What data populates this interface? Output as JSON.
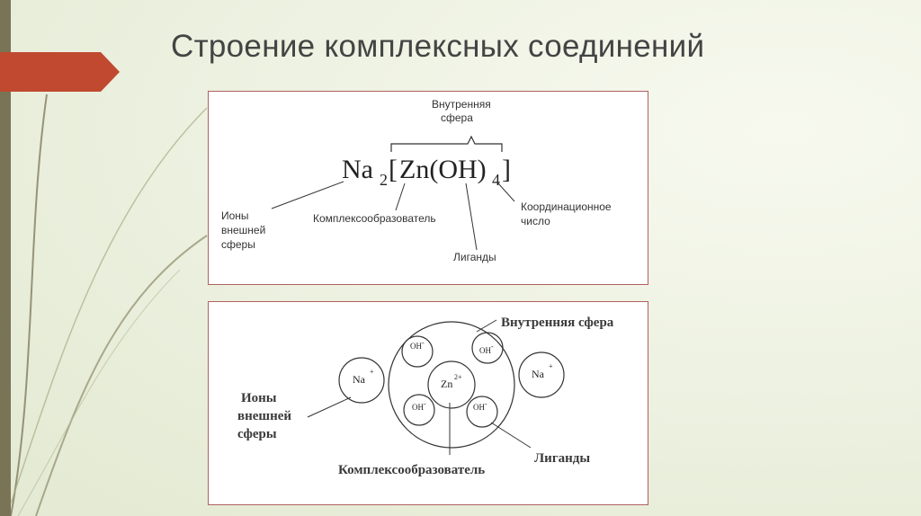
{
  "slide": {
    "title": "Строение комплексных соединений"
  },
  "top_diagram": {
    "formula": {
      "na": "Na",
      "na_sub": "2",
      "bracket_open": "[",
      "zn_oh": "Zn(OH)",
      "oh_sub": "4",
      "bracket_close": "]"
    },
    "inner_sphere_line1": "Внутренняя",
    "inner_sphere_line2": "сфера",
    "outer_ions_line1": "Ионы",
    "outer_ions_line2": "внешней",
    "outer_ions_line3": "сферы",
    "complexing_agent": "Комплексообразователь",
    "ligands": "Лиганды",
    "coord_number_line1": "Координационное",
    "coord_number_line2": "число"
  },
  "bottom_diagram": {
    "inner_sphere": "Внутренняя сфера",
    "outer_ions_line1": "Ионы",
    "outer_ions_line2": "внешней",
    "outer_ions_line3": "сферы",
    "complexing_agent": "Комплексообразователь",
    "ligands": "Лиганды",
    "na_ion": "Na",
    "na_charge": "+",
    "zn_ion": "Zn",
    "zn_charge": "2+",
    "oh_ion": "OH",
    "oh_charge": "-"
  },
  "colors": {
    "accent": "#c0492f",
    "left_bar": "#7a7457",
    "panel_border": "#b06060"
  }
}
